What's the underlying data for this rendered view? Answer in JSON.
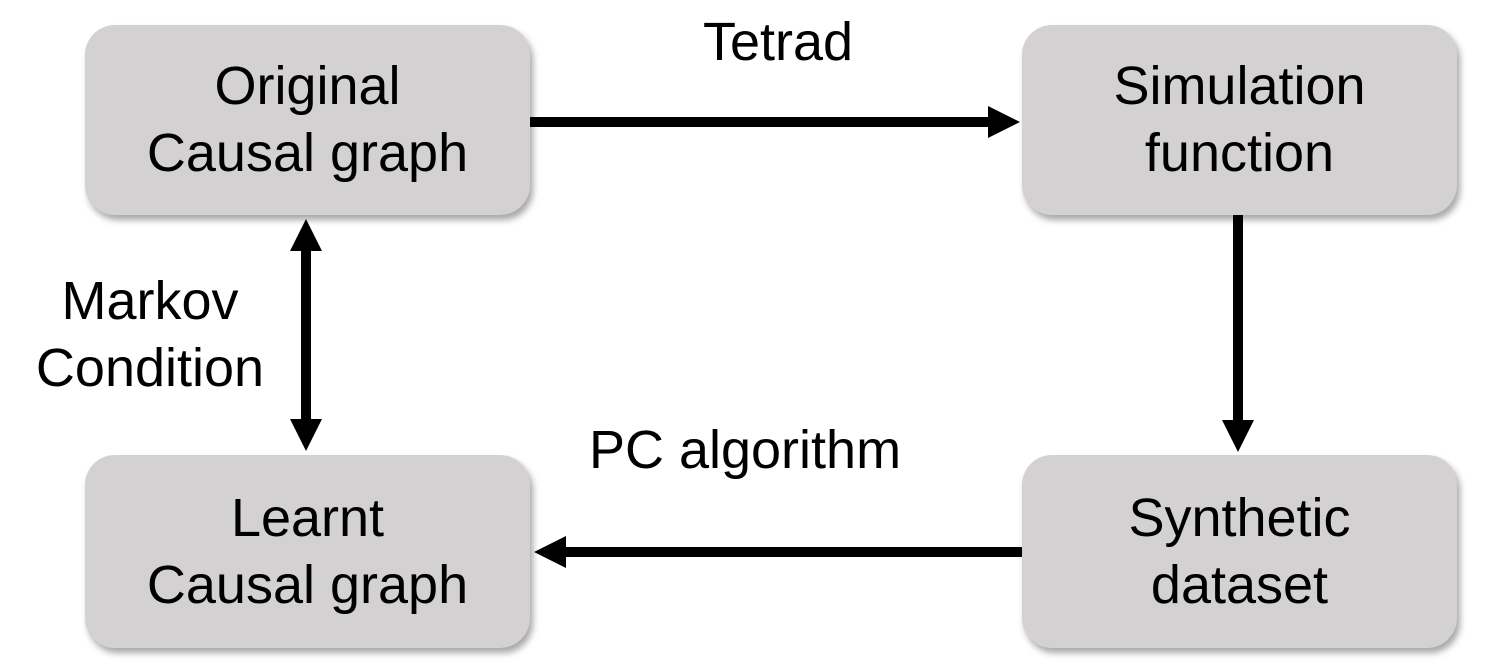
{
  "diagram": {
    "type": "flowchart",
    "background": "#ffffff",
    "colors": {
      "node_fill": "#d3d1d1",
      "node_text": "#000000",
      "arrow": "#000000",
      "label_text": "#000000"
    },
    "nodes": {
      "original": {
        "line1": "Original",
        "line2": "Causal graph"
      },
      "simulation": {
        "line1": "Simulation",
        "line2": "function"
      },
      "synthetic": {
        "line1": "Synthetic",
        "line2": "dataset"
      },
      "learnt": {
        "line1": "Learnt",
        "line2": "Causal graph"
      }
    },
    "edges": [
      {
        "from": "original",
        "to": "simulation",
        "label": "Tetrad",
        "style": "single-arrow-right"
      },
      {
        "from": "simulation",
        "to": "synthetic",
        "label": "",
        "style": "single-arrow-down"
      },
      {
        "from": "synthetic",
        "to": "learnt",
        "label": "PC algorithm",
        "style": "single-arrow-left"
      },
      {
        "from": "original",
        "to": "learnt",
        "label": [
          "Markov",
          "Condition"
        ],
        "style": "double-arrow-vertical"
      }
    ]
  }
}
